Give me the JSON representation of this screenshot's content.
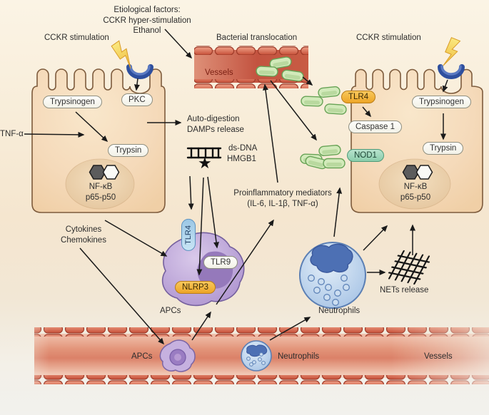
{
  "colors": {
    "background_top": "#fbf4e5",
    "cell_fill": "#f3d4ae",
    "cell_outline": "#7d5b3c",
    "vessel_red": "#c85a42",
    "vessel_capsule_outline": "#9e3a28",
    "bacteria_green": "#d2eaba",
    "bacteria_outline": "#68a356",
    "apc_purple": "#bba4d8",
    "apc_nucleus_purple": "#9579bb",
    "neutrophil_blue": "#b9d2ec",
    "neutrophil_nucleus_blue": "#4d70b4",
    "receptor_blue": "#2e4f9e",
    "lightning_yellow": "#f5cf4e",
    "tlr4_orange": "#f2b13e",
    "nod1_teal": "#9ed6ba",
    "tlr4_apc_blue": "#a9d3ee",
    "nlrp3_orange": "#f4b835",
    "arrow_black": "#1a1a1a",
    "vessels_label_red": "#7b2013"
  },
  "icons": {
    "star_glyph": "★"
  },
  "top": {
    "etiological_line1": "Etiological factors:",
    "etiological_line2": "CCKR hyper-stimulation",
    "etiological_line3": "Ethanol",
    "bacterial_translocation": "Bacterial translocation",
    "cckr_left": "CCKR stimulation",
    "cckr_right": "CCKR stimulation",
    "vessels_top_label": "Vessels"
  },
  "left_cell": {
    "trypsinogen": "Trypsinogen",
    "pkc": "PKC",
    "trypsin": "Trypsin",
    "tnf_alpha": "TNF-α",
    "nfkb": "NF-κB",
    "p65_p50": "p65-p50"
  },
  "right_cell": {
    "tlr4": "TLR4",
    "caspase1": "Caspase 1",
    "nod1": "NOD1",
    "trypsinogen": "Trypsinogen",
    "trypsin": "Trypsin",
    "nfkb": "NF-κB",
    "p65_p50": "p65-p50"
  },
  "middle": {
    "auto_line1": "Auto-digestion",
    "auto_line2": "DAMPs release",
    "dsdna": "ds-DNA",
    "hmgb1": "HMGB1",
    "proinflam_line1": "Proinflammatory mediators",
    "proinflam_line2": "(IL-6, IL-1β, TNF-α)",
    "cytokines_line1": "Cytokines",
    "cytokines_line2": "Chemokines"
  },
  "apc": {
    "tlr4": "TLR4",
    "tlr9": "TLR9",
    "nlrp3": "NLRP3",
    "label": "APCs"
  },
  "neutrophil": {
    "label": "Neutrophils",
    "nets_release": "NETs release"
  },
  "vessel_bottom": {
    "apcs": "APCs",
    "neutrophils": "Neutrophils",
    "vessels": "Vessels"
  }
}
